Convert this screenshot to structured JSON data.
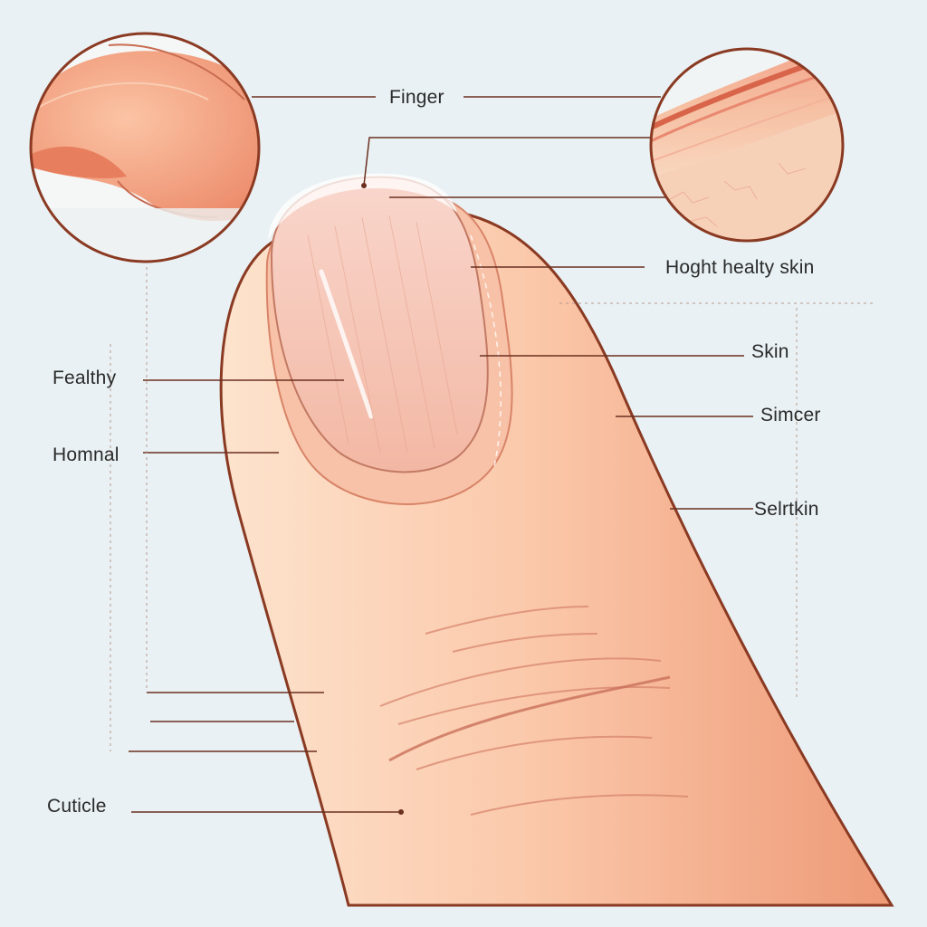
{
  "labels": {
    "finger": "Finger",
    "hoght_healty_skin": "Hoght healty skin",
    "skin": "Skin",
    "simcer": "Simcer",
    "selrtkin": "Selrtkin",
    "fealthy": "Fealthy",
    "homnal": "Homnal",
    "cuticle": "Cuticle"
  },
  "colors": {
    "background": "#e9f1f4",
    "skin_light": "#fbd3b8",
    "skin_mid": "#f4a987",
    "skin_dark": "#e8876a",
    "nail": "#f7c9bd",
    "outline": "#8a3a22",
    "leader_line": "#6b3020"
  }
}
